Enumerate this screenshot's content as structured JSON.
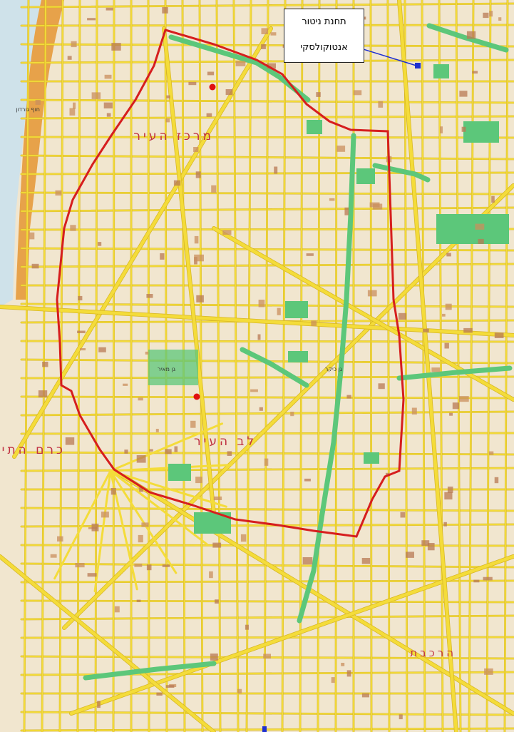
{
  "map": {
    "colors": {
      "block": "#f1e6cf",
      "street": "#f4dc3a",
      "street_edge": "#d7b624",
      "sea": "#cfe2ea",
      "park": "#5cc77a",
      "boundary": "#d61e1e",
      "station_marker": "#1d2fd1",
      "measurement_point": "#e01010",
      "label": "#c03040"
    },
    "station_callout": {
      "line1": "תחנת ניטור",
      "line2": "אנטוקולסקי"
    },
    "district_labels": [
      {
        "name": "district-label-city-center",
        "text": "מרכז העיר"
      },
      {
        "name": "district-label-city-heart",
        "text": "לב העיר"
      },
      {
        "name": "district-label-kerem-hateimanim",
        "text": "כרם התימנים"
      },
      {
        "name": "district-label-hadar-harakevet",
        "text": "הרכבת"
      }
    ],
    "place_labels": [
      {
        "name": "place-label-dizengoff",
        "text": "גן כיקר"
      },
      {
        "name": "place-label-meir-garden",
        "text": "גן מאיר"
      },
      {
        "name": "place-label-gordon-beach",
        "text": "חוף גורדון"
      }
    ]
  }
}
